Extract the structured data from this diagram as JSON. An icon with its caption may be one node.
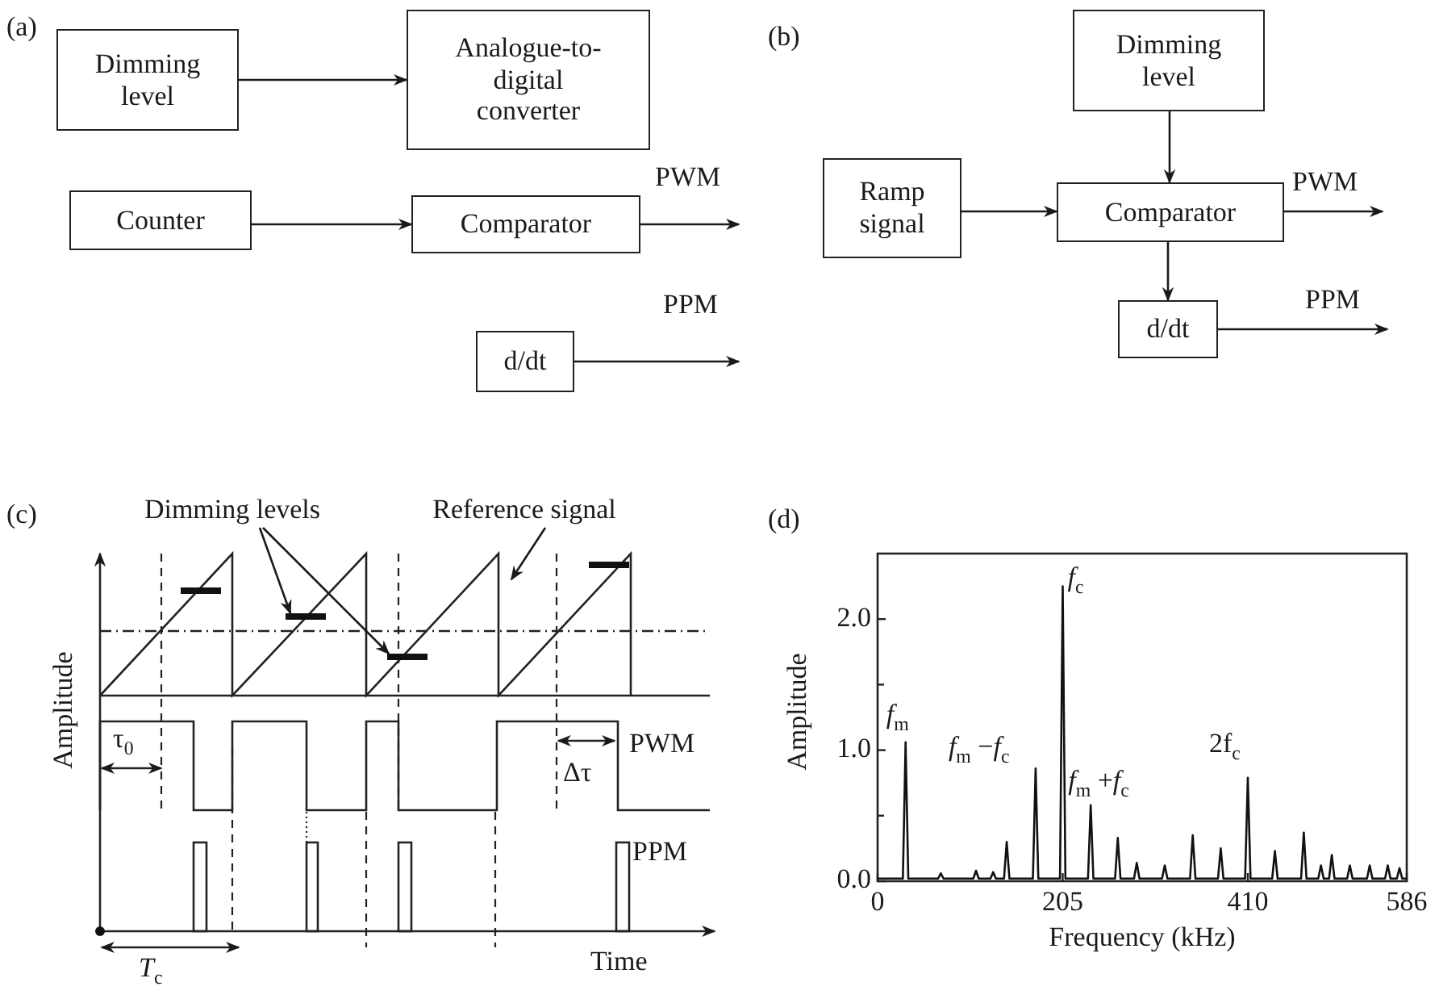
{
  "diagram": {
    "nodes": [
      {
        "text": [
          "Dimming level"
        ]
      },
      {
        "text": [
          "Analogue-to-digital converter"
        ]
      },
      {
        "text": [
          "Counter"
        ]
      },
      {
        "text": [
          "Comparator"
        ]
      },
      {
        "text": [
          "d/dt"
        ]
      },
      {
        "text": [
          "Dimming level"
        ]
      },
      {
        "text": [
          "Ramp signal"
        ]
      },
      {
        "text": [
          "Comparator"
        ]
      },
      {
        "text": [
          "d/dt"
        ]
      },
      {
        "text": [
          "Dimming levels"
        ]
      },
      {
        "text": [],
        "shape": "bar"
      },
      {
        "text": [],
        "shape": "bar"
      },
      {
        "text": [],
        "shape": "bar"
      },
      {
        "text": [],
        "shape": "bar"
      },
      {
        "text": [
          "Reference signal"
        ]
      }
    ],
    "edges": [
      {
        "from": 0,
        "to": 1,
        "arrow": "to"
      },
      {
        "from": 2,
        "to": 3,
        "arrow": "to"
      },
      {
        "from": 3,
        "to": null,
        "arrow": "to",
        "label": "PWM"
      },
      {
        "from": 4,
        "to": null,
        "arrow": "to",
        "label": "PPM"
      },
      {
        "from": 6,
        "to": 7,
        "arrow": "to"
      },
      {
        "from": 5,
        "to": 7,
        "arrow": "to"
      },
      {
        "from": 7,
        "to": null,
        "arrow": "to",
        "label": "PWM"
      },
      {
        "from": 7,
        "to": 8,
        "arrow": "to"
      },
      {
        "from": 8,
        "to": null,
        "arrow": "to",
        "label": "PPM"
      },
      {
        "from": 9,
        "to": 11,
        "arrow": "to"
      },
      {
        "from": 9,
        "to": 12,
        "arrow": "to"
      },
      {
        "from": 14,
        "to": null,
        "arrow": "to"
      }
    ],
    "labels": [
      "(a)",
      "(b)",
      "(c)",
      "(d)",
      "Amplitude",
      "τ$_{0}$",
      "Δτ",
      "PWM",
      "PPM",
      "Time",
      "*T*$_{c}$"
    ],
    "chart_data": {
      "type": "line",
      "xlabel": "Frequency (kHz)",
      "ylabel": "Amplitude",
      "x": [
        0,
        28,
        31,
        34,
        67,
        70,
        73,
        106,
        109,
        112,
        125,
        128,
        131,
        140,
        143,
        146,
        172,
        175,
        178,
        202,
        205,
        208,
        233,
        236,
        239,
        263,
        266,
        269,
        284,
        287,
        290,
        315,
        318,
        321,
        346,
        349,
        352,
        377,
        380,
        383,
        407,
        410,
        413,
        437,
        440,
        443,
        469,
        472,
        475,
        488,
        491,
        494,
        500,
        503,
        506,
        520,
        523,
        526,
        542,
        545,
        548,
        562,
        565,
        568,
        575,
        578,
        581,
        586
      ],
      "values": [
        0.02,
        0.02,
        1.06,
        0.02,
        0.02,
        0.06,
        0.02,
        0.02,
        0.08,
        0.02,
        0.02,
        0.07,
        0.02,
        0.02,
        0.3,
        0.02,
        0.02,
        0.86,
        0.02,
        0.02,
        2.25,
        0.02,
        0.02,
        0.58,
        0.02,
        0.02,
        0.33,
        0.02,
        0.02,
        0.14,
        0.02,
        0.02,
        0.12,
        0.02,
        0.02,
        0.35,
        0.02,
        0.02,
        0.25,
        0.02,
        0.02,
        0.79,
        0.02,
        0.02,
        0.23,
        0.02,
        0.02,
        0.37,
        0.02,
        0.02,
        0.12,
        0.02,
        0.02,
        0.2,
        0.02,
        0.02,
        0.12,
        0.02,
        0.02,
        0.12,
        0.02,
        0.02,
        0.12,
        0.02,
        0.02,
        0.1,
        0.02,
        0.02
      ],
      "xlim": [
        0,
        586
      ],
      "ylim": [
        0,
        2.5
      ],
      "xticks": [
        0,
        205,
        410,
        586
      ],
      "yticks": [
        {
          "value": 0,
          "label": "0.0"
        },
        {
          "value": 1,
          "label": "1.0"
        },
        {
          "value": 2,
          "label": "2.0"
        }
      ],
      "annotations": [
        {
          "text": "*f*$_{m}$",
          "x": 31,
          "y": 1.06
        },
        {
          "text": "*f*$_{m}$ −*f*$_{c}$",
          "x": 175,
          "y": 0.86
        },
        {
          "text": "*f*$_{c}$",
          "x": 205,
          "y": 2.25
        },
        {
          "text": "*f*$_{m}$ +*f*$_{c}$",
          "x": 236,
          "y": 0.58
        },
        {
          "text": "2f$_{c}$",
          "x": 410,
          "y": 0.79
        }
      ]
    }
  }
}
